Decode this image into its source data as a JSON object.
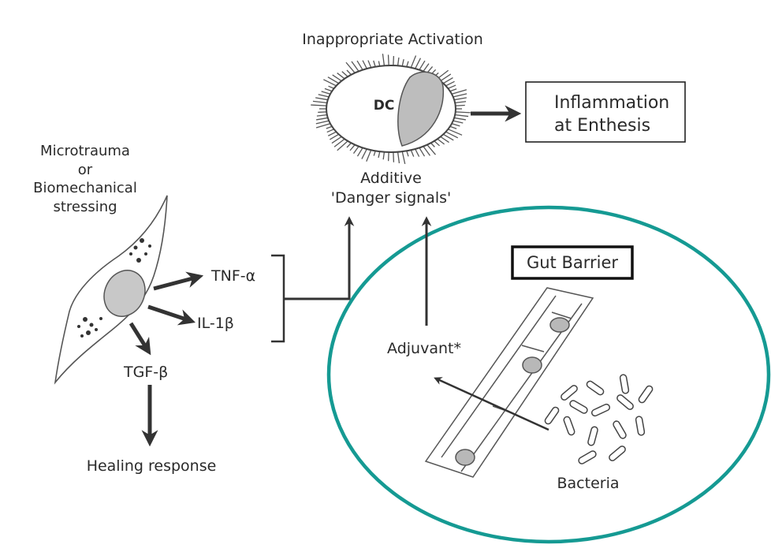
{
  "labels": {
    "top_title": "Inappropriate Activation",
    "dc": "DC",
    "inflammation_line1": "Inflammation",
    "inflammation_line2": "at Enthesis",
    "additive": "Additive",
    "danger_signals": "'Danger signals'",
    "microtrauma_line1": "Microtrauma",
    "microtrauma_line2": "or",
    "microtrauma_line3": "Biomechanical",
    "microtrauma_line4": "stressing",
    "tnf": "TNF-α",
    "il1": "IL-1β",
    "tgf": "TGF-β",
    "healing": "Healing response",
    "gut_barrier": "Gut Barrier",
    "adjuvant": "Adjuvant*",
    "bacteria": "Bacteria"
  },
  "colors": {
    "gut_circle": "#159a93",
    "arrow": "#333333",
    "text": "#2a2a2a"
  }
}
